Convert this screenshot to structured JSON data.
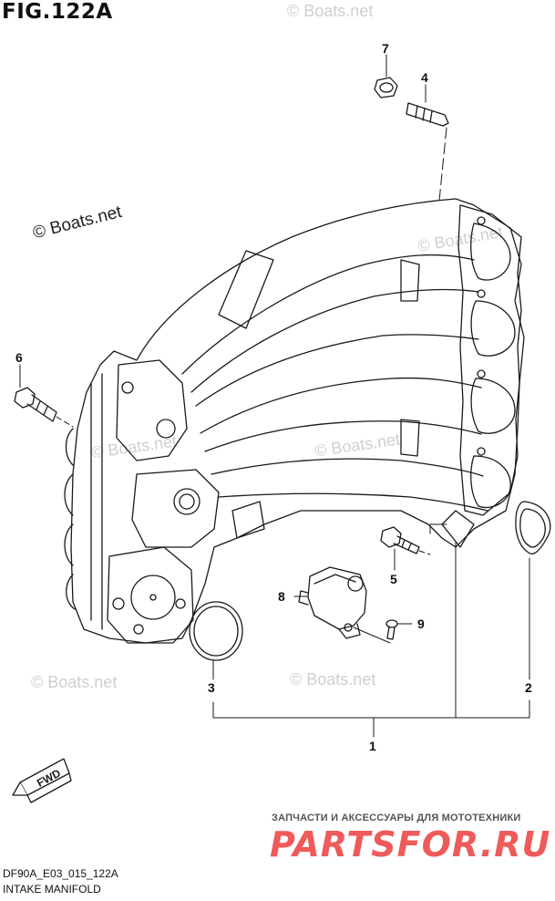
{
  "figure": {
    "title": "FIG.122A",
    "code": "DF90A_E03_015_122A",
    "name": "INTAKE MANIFOLD"
  },
  "watermarks": {
    "main": "© Boats.net",
    "faint": "© Boats.net"
  },
  "callouts": [
    "1",
    "2",
    "3",
    "4",
    "5",
    "6",
    "7",
    "8",
    "9"
  ],
  "forward_arrow": {
    "label": "FWD"
  },
  "advert": {
    "line": "ЗАПЧАСТИ И АКСЕССУАРЫ ДЛЯ МОТОТЕХНИКИ",
    "logo": "PARTSFOR.RU"
  },
  "colors": {
    "line": "#1a1a1a",
    "watermark": "#cfcfcf",
    "logo": "#ef5a5a"
  }
}
